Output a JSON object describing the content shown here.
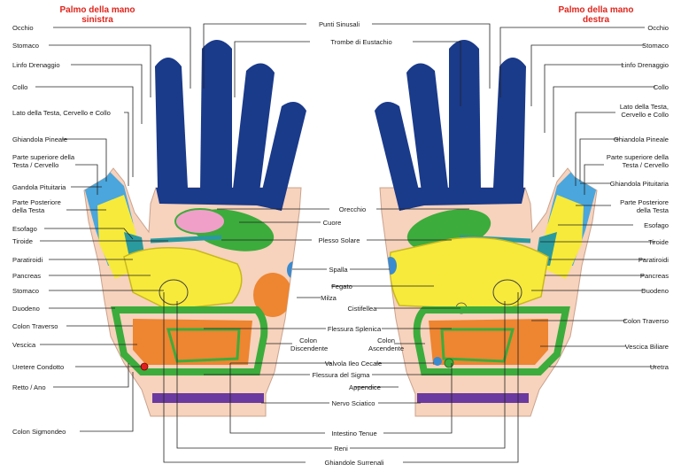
{
  "titles": {
    "left": "Palmo della mano sinistra",
    "right": "Palmo della mano destra"
  },
  "colors": {
    "fingers": "#1a3a8a",
    "skin": "#f7d2bc",
    "head_light": "#4aa6dc",
    "teal": "#2b9a9e",
    "yellow": "#f7ea3a",
    "green": "#3cac3c",
    "orange": "#ee8530",
    "pink": "#f0a0c8",
    "purple": "#6a3aa0",
    "blue_spot": "#3a8ad0",
    "red_dot": "#e02020",
    "lines": "#222222"
  },
  "labels": {
    "left": [
      "Occhio",
      "Stomaco",
      "Linfo Drenaggio",
      "Collo",
      "Lato della Testa, Cervello e Collo",
      "Ghiandola Pineale",
      "Parte superiore della Testa / Cervello",
      "Gandola Pituitaria",
      "Parte Posteriore della Testa",
      "Esofago",
      "Tiroide",
      "Paratiroidi",
      "Pancreas",
      "Stomaco",
      "Duodeno",
      "Colon Traverso",
      "Vescica",
      "Uretere Condotto",
      "Retto / Ano",
      "Colon Sigmondeo"
    ],
    "center": [
      "Punti Sinusali",
      "Trombe di Eustachio",
      "Orecchio",
      "Cuore",
      "Plesso Solare",
      "Spalla",
      "Fegato",
      "Milza",
      "Cistifellea",
      "Flessura Splenica",
      "Colon Discendente",
      "Colon Ascendente",
      "Valvola Ileo Cecale",
      "Flessura del Sigma",
      "Appendice",
      "Nervo Sciatico",
      "Intestino Tenue",
      "Reni",
      "Ghiandole Surrenali"
    ],
    "right": [
      "Occhio",
      "Stomaco",
      "Linfo Drenaggio",
      "Collo",
      "Lato della Testa, Cervello e Collo",
      "Ghiandola Pineale",
      "Parte superiore della Testa / Cervello",
      "Ghiandola Pituitaria",
      "Parte Posteriore della Testa",
      "Esofago",
      "Tiroide",
      "Paratiroidi",
      "Pancreas",
      "Duodeno",
      "Colon Traverso",
      "Vescica Biliare",
      "Uretra"
    ]
  }
}
